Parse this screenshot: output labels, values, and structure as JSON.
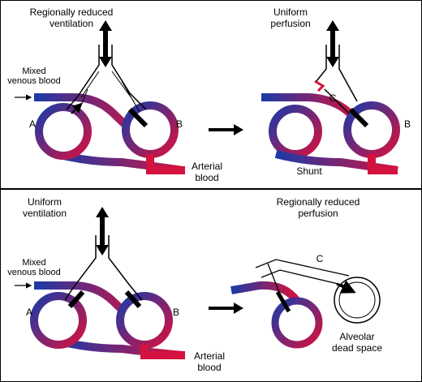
{
  "top_panel": {
    "left_title": "Regionally reduced\nventilation",
    "right_title": "Uniform\nperfusion",
    "mixed_venous": "Mixed\nvenous blood",
    "alveolus_a": "A",
    "alveolus_b": "B",
    "arterial": "Arterial\nblood",
    "shunt": "Shunt",
    "region_c": "C"
  },
  "bottom_panel": {
    "left_title": "Uniform\nventilation",
    "right_title": "Regionally reduced\nperfusion",
    "mixed_venous": "Mixed\nvenous blood",
    "alveolus_a": "A",
    "alveolus_b": "B",
    "arterial": "Arterial\nblood",
    "dead_space": "Alveolar\ndead space",
    "region_c": "C"
  },
  "colors": {
    "venous": "#1a3aa8",
    "arterial": "#d4123f",
    "outline": "#000000"
  }
}
